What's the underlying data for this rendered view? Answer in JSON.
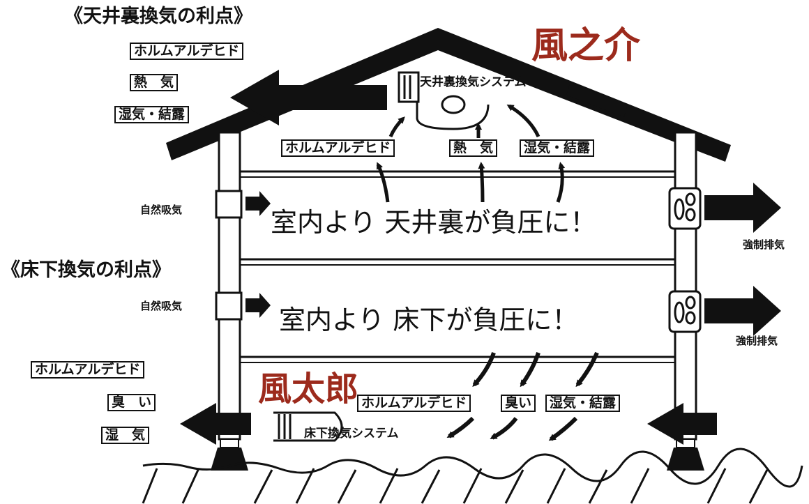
{
  "attic_section": {
    "heading": "《天井裏換気の利点》",
    "product_name": "風之介",
    "system_label": "天井裏換気システム",
    "exhaust_items": [
      "ホルムアルデヒド",
      "熱　気",
      "湿気・結露"
    ],
    "rising_items": [
      "ホルムアルデヒド",
      "熱　気",
      "湿気・結露"
    ],
    "message": "室内より 天井裏が負圧に！"
  },
  "floor_section": {
    "heading": "《床下換気の利点》",
    "product_name": "風太郎",
    "system_label": "床下換気システム",
    "exhaust_items": [
      "ホルムアルデヒド",
      "臭　い",
      "湿　気"
    ],
    "falling_items": [
      "ホルムアルデヒド",
      "臭い",
      "湿気・結露"
    ],
    "message": "室内より 床下が負圧に！"
  },
  "airflow": {
    "intake_label": "自然吸気",
    "exhaust_label": "強制排気"
  },
  "colors": {
    "ink": "#111111",
    "product": "#9c2a1c",
    "background": "#ffffff"
  },
  "icons": [
    "left-arrow-icon",
    "right-arrow-icon",
    "curved-arrow-icon",
    "intake-vent-icon",
    "exhaust-fan-icon",
    "fan-unit-icon"
  ]
}
